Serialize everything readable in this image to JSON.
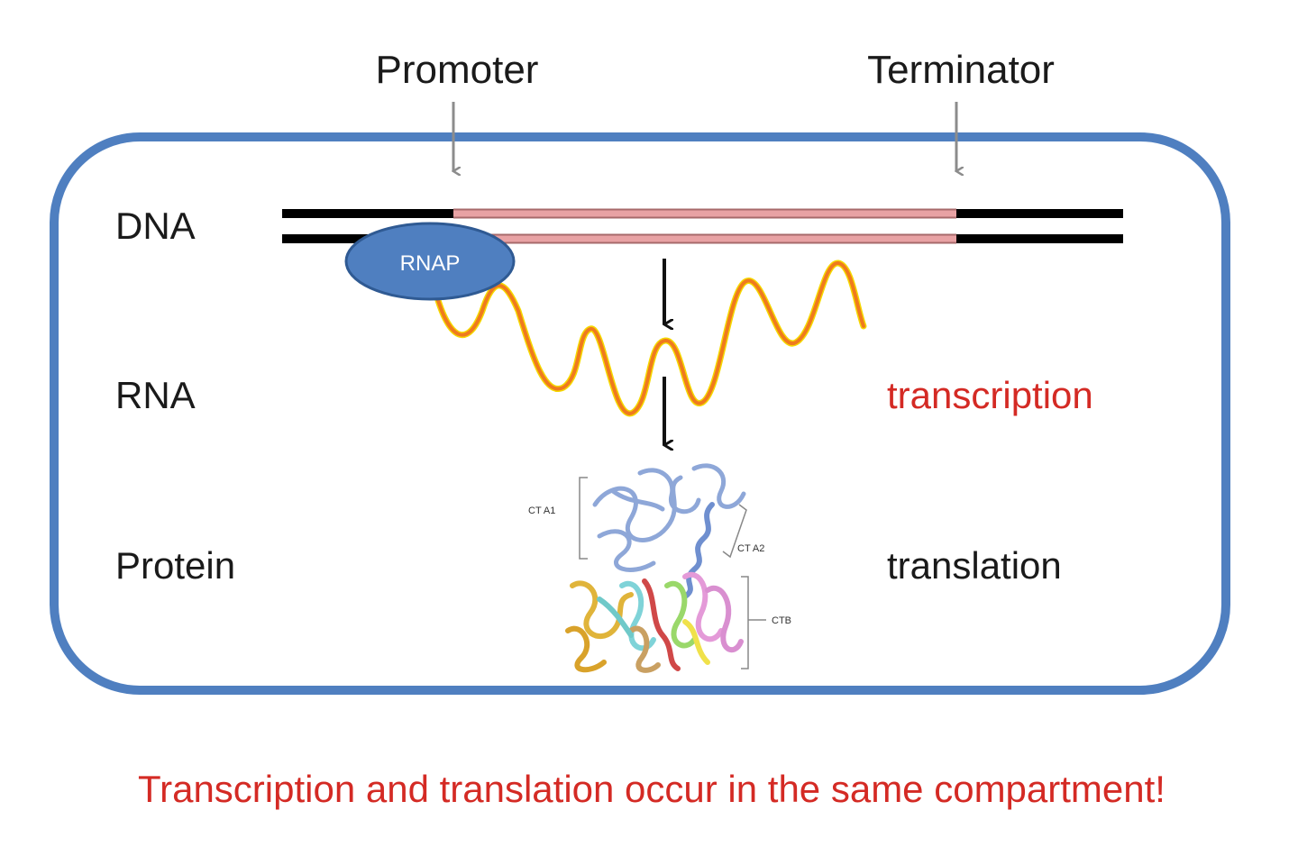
{
  "labels": {
    "promoter": "Promoter",
    "terminator": "Terminator",
    "dna": "DNA",
    "rna": "RNA",
    "protein": "Protein",
    "rnap": "RNAP",
    "transcription": "transcription",
    "translation": "translation",
    "caption": "Transcription and translation occur in the same compartment!"
  },
  "protein_structure": {
    "domain_a1": "CT A1",
    "domain_a2": "CT A2",
    "domain_b": "CTB"
  },
  "colors": {
    "cell_border": "#4f7fc0",
    "dna_strand": "#000000",
    "gene_region": "#e8a2a4",
    "rna": "#ef8a1e",
    "rnap": "#4f7fc0",
    "caption": "#d42a24"
  }
}
